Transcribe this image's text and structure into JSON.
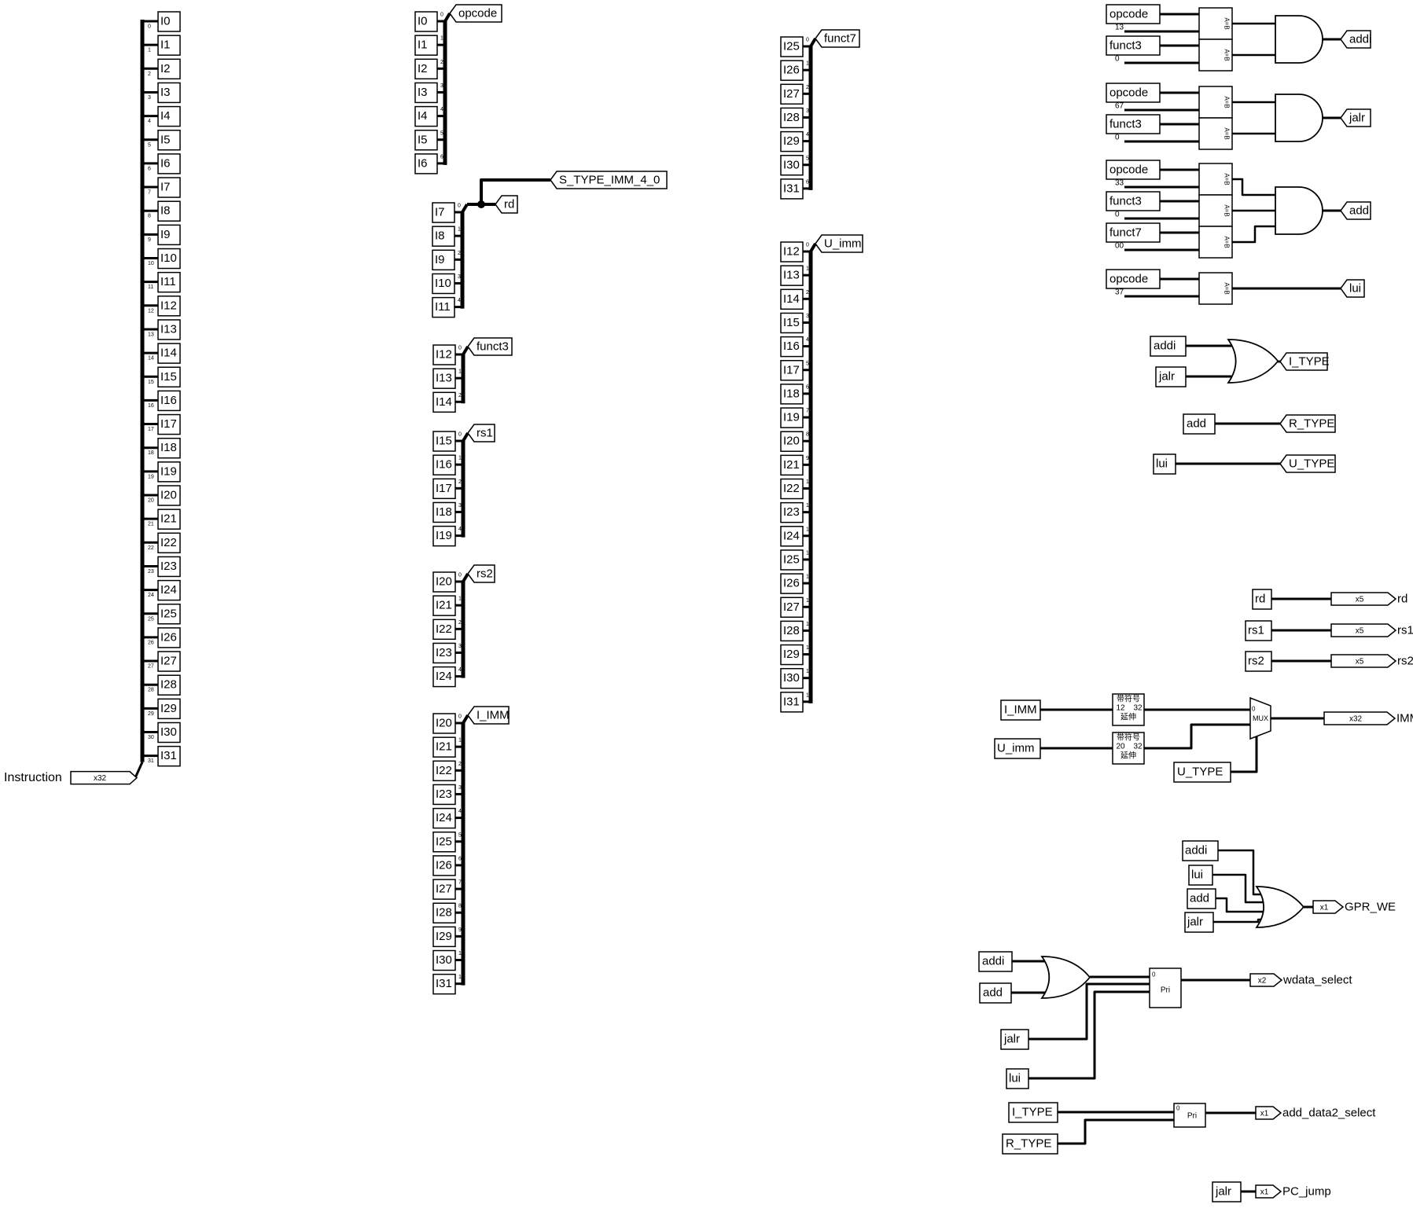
{
  "splitter_main": {
    "input": "Instruction",
    "width": "x32",
    "outputs": [
      "I0",
      "I1",
      "I2",
      "I3",
      "I4",
      "I5",
      "I6",
      "I7",
      "I8",
      "I9",
      "I10",
      "I11",
      "I12",
      "I13",
      "I14",
      "I15",
      "I16",
      "I17",
      "I18",
      "I19",
      "I20",
      "I21",
      "I22",
      "I23",
      "I24",
      "I25",
      "I26",
      "I27",
      "I28",
      "I29",
      "I30",
      "I31"
    ],
    "indices": [
      "0",
      "1",
      "2",
      "3",
      "4",
      "5",
      "6",
      "7",
      "8",
      "9",
      "10",
      "11",
      "12",
      "13",
      "14",
      "15",
      "16",
      "17",
      "18",
      "19",
      "20",
      "21",
      "22",
      "23",
      "24",
      "25",
      "26",
      "27",
      "28",
      "29",
      "30",
      "31"
    ]
  },
  "groups": {
    "opcode": {
      "label": "opcode",
      "inputs": [
        "I0",
        "I1",
        "I2",
        "I3",
        "I4",
        "I5",
        "I6"
      ],
      "indices": [
        "0",
        "1",
        "2",
        "3",
        "4",
        "5",
        "6"
      ]
    },
    "rd": {
      "label": "rd",
      "extra": "S_TYPE_IMM_4_0",
      "inputs": [
        "I7",
        "I8",
        "I9",
        "I10",
        "I11"
      ],
      "indices": [
        "0",
        "1",
        "2",
        "3",
        "4"
      ]
    },
    "funct3": {
      "label": "funct3",
      "inputs": [
        "I12",
        "I13",
        "I14"
      ],
      "indices": [
        "0",
        "1",
        "2"
      ]
    },
    "rs1": {
      "label": "rs1",
      "inputs": [
        "I15",
        "I16",
        "I17",
        "I18",
        "I19"
      ],
      "indices": [
        "0",
        "1",
        "2",
        "3",
        "4"
      ]
    },
    "rs2": {
      "label": "rs2",
      "inputs": [
        "I20",
        "I21",
        "I22",
        "I23",
        "I24"
      ],
      "indices": [
        "0",
        "1",
        "2",
        "3",
        "4"
      ]
    },
    "i_imm": {
      "label": "I_IMM",
      "inputs": [
        "I20",
        "I21",
        "I22",
        "I23",
        "I24",
        "I25",
        "I26",
        "I27",
        "I28",
        "I29",
        "I30",
        "I31"
      ],
      "indices": [
        "0",
        "1",
        "2",
        "3",
        "4",
        "5",
        "6",
        "7",
        "8",
        "9",
        "10",
        "11"
      ]
    },
    "funct7": {
      "label": "funct7",
      "inputs": [
        "I25",
        "I26",
        "I27",
        "I28",
        "I29",
        "I30",
        "I31"
      ],
      "indices": [
        "0",
        "1",
        "2",
        "3",
        "4",
        "5",
        "6"
      ]
    },
    "u_imm": {
      "label": "U_imm",
      "inputs": [
        "I12",
        "I13",
        "I14",
        "I15",
        "I16",
        "I17",
        "I18",
        "I19",
        "I20",
        "I21",
        "I22",
        "I23",
        "I24",
        "I25",
        "I26",
        "I27",
        "I28",
        "I29",
        "I30",
        "I31"
      ],
      "indices": [
        "0",
        "1",
        "2",
        "3",
        "4",
        "5",
        "6",
        "7",
        "8",
        "9",
        "10",
        "11",
        "12",
        "13",
        "14",
        "15",
        "16",
        "17",
        "18",
        "19"
      ]
    }
  },
  "decoders": [
    {
      "name": "addi",
      "comps": [
        {
          "tunnel": "opcode",
          "const": "13"
        },
        {
          "tunnel": "funct3",
          "const": "0"
        }
      ]
    },
    {
      "name": "jalr",
      "comps": [
        {
          "tunnel": "opcode",
          "const": "67"
        },
        {
          "tunnel": "funct3",
          "const": "0"
        }
      ]
    },
    {
      "name": "add",
      "comps": [
        {
          "tunnel": "opcode",
          "const": "33"
        },
        {
          "tunnel": "funct3",
          "const": "0"
        },
        {
          "tunnel": "funct7",
          "const": "00"
        }
      ]
    },
    {
      "name": "lui",
      "comps": [
        {
          "tunnel": "opcode",
          "const": "37"
        }
      ]
    }
  ],
  "comparator_label": "A=B",
  "type_logic": {
    "i_type": {
      "inputs": [
        "addi",
        "jalr"
      ],
      "output": "I_TYPE"
    },
    "r_type": {
      "input": "add",
      "output": "R_TYPE"
    },
    "u_type": {
      "input": "lui",
      "output": "U_TYPE"
    }
  },
  "outputs_regs": [
    {
      "tunnel": "rd",
      "width": "x5",
      "pin": "rd"
    },
    {
      "tunnel": "rs1",
      "width": "x5",
      "pin": "rs1"
    },
    {
      "tunnel": "rs2",
      "width": "x5",
      "pin": "rs2"
    }
  ],
  "imm_mux": {
    "in_a": "I_IMM",
    "in_b": "U_imm",
    "ext_a": {
      "l1": "带符号",
      "l2": "12",
      "l3": "32",
      "l4": "延伸"
    },
    "ext_b": {
      "l1": "带符号",
      "l2": "20",
      "l3": "32",
      "l4": "延伸"
    },
    "mux_label": "MUX",
    "sel_index": "0",
    "select": "U_TYPE",
    "width": "x32",
    "output": "IMM"
  },
  "gpr_we": {
    "inputs": [
      "addi",
      "lui",
      "add",
      "jalr"
    ],
    "width": "x1",
    "output": "GPR_WE"
  },
  "wdata": {
    "or_inputs": [
      "addi",
      "add"
    ],
    "inputs2": [
      "jalr",
      "lui"
    ],
    "pri_label": "Pri",
    "pri_index": "0",
    "width": "x2",
    "output": "wdata_select"
  },
  "add_data2": {
    "inputs": [
      "I_TYPE",
      "R_TYPE"
    ],
    "pri_label": "Pri",
    "pri_index": "0",
    "width": "x1",
    "output": "add_data2_select"
  },
  "pc_jump": {
    "input": "jalr",
    "width": "x1",
    "output": "PC_jump"
  }
}
